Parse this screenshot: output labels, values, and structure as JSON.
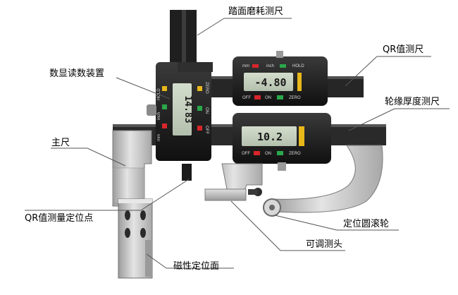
{
  "labels": {
    "tread_wear_gauge": "踏面磨耗测尺",
    "qr_gauge": "QR值测尺",
    "digital_readout": "数显读数装置",
    "flange_thickness_gauge": "轮缘厚度测尺",
    "main_ruler": "主尺",
    "qr_positioning_point": "QR值测量定位点",
    "positioning_roller": "定位圆滚轮",
    "adjustable_probe": "可调测头",
    "magnetic_positioning_surface": "磁性定位面"
  },
  "displays": {
    "vertical_reading": "14.83",
    "qr_reading": "-4.80",
    "flange_reading": "10.2"
  },
  "buttons": {
    "mm": "mm",
    "inch": "inch",
    "hold": "HOLD",
    "off": "OFF",
    "on": "ON",
    "zero": "ZERO"
  },
  "colors": {
    "button_red": "#d8262a",
    "button_green": "#2aa84a",
    "button_yellow": "#e8b81a",
    "lcd_background": "#c6d1c0",
    "steel": "#c9c9c9",
    "housing": "#1b1b1b"
  }
}
